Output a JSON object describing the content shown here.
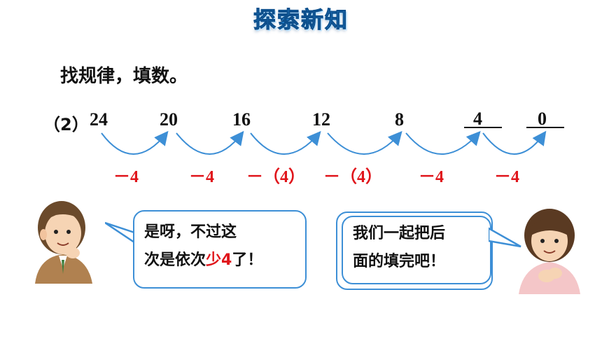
{
  "header": {
    "title": "探索新知"
  },
  "instruction": "找规律，填数。",
  "problem": {
    "label": "（2）",
    "numbers": [
      "24",
      "20",
      "16",
      "12",
      "8"
    ],
    "answers": [
      "4",
      "0"
    ],
    "operations": [
      "－4",
      "－4",
      "－（4）",
      "－（4）",
      "－4",
      "－4"
    ]
  },
  "boy_bubble": {
    "line1": "是呀，不过这",
    "line2_prefix": "次是依次",
    "line2_highlight": "少4",
    "line2_suffix": "了！"
  },
  "girl_bubble": {
    "line1": "我们一起把后",
    "line2": "面的填完吧！"
  },
  "colors": {
    "accent_blue": "#3d8fd6",
    "operation_red": "#e0151b",
    "title_blue": "#2b8fe0"
  }
}
